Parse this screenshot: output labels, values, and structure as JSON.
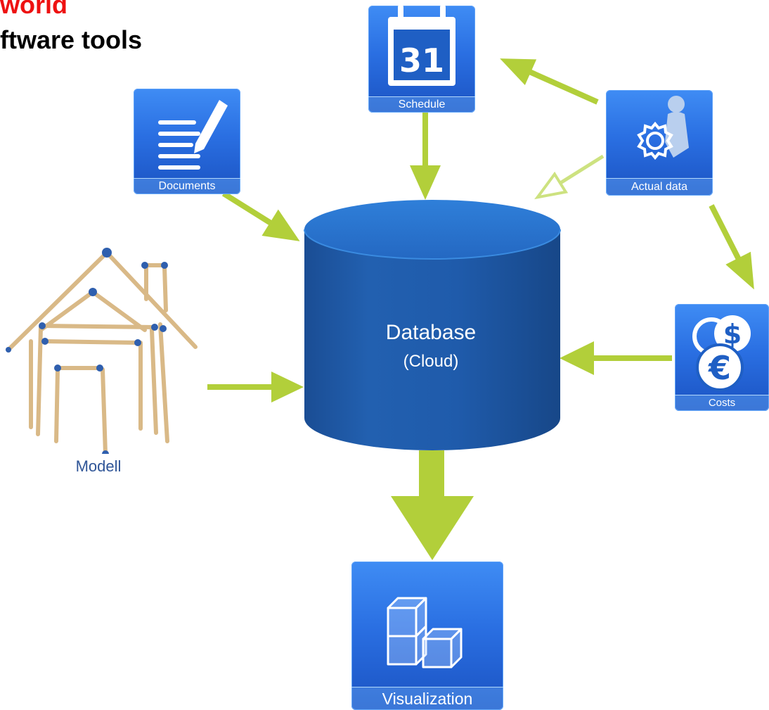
{
  "title": {
    "line1": "world",
    "line2": "ftware tools"
  },
  "colors": {
    "arrow": "#b2cf3a",
    "tile_blue": "#2a6fe2",
    "database_blue": "#1f5bab",
    "title_red": "#ee1111",
    "label_blue": "#2f5597"
  },
  "nodes": {
    "database": {
      "title": "Database",
      "subtitle": "(Cloud)"
    },
    "schedule": {
      "label": "Schedule",
      "day": "31",
      "icon": "calendar-icon"
    },
    "documents": {
      "label": "Documents",
      "icon": "document-pen-icon"
    },
    "actual_data": {
      "label": "Actual data",
      "icon": "gear-person-icon"
    },
    "costs": {
      "label": "Costs",
      "icon": "currency-coins-icon"
    },
    "visualization": {
      "label": "Visualization",
      "icon": "cubes-icon"
    },
    "modell": {
      "label": "Modell",
      "icon": "matchstick-house-icon"
    }
  }
}
